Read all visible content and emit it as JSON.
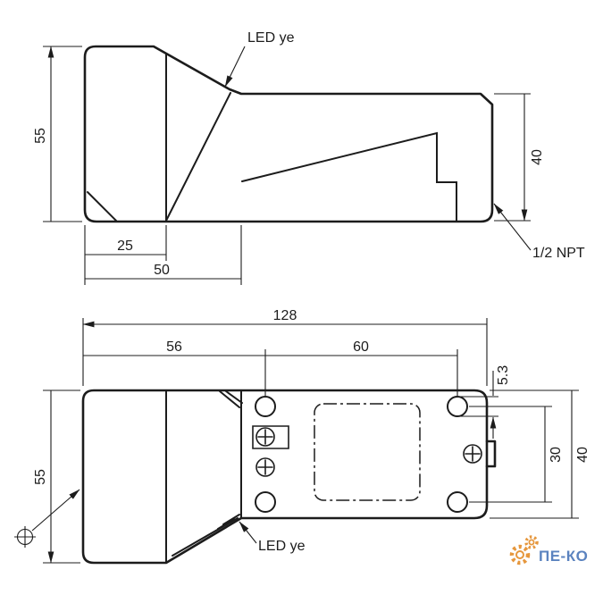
{
  "page": {
    "background": "#ffffff",
    "line_color": "#1c1c1c"
  },
  "side_view": {
    "dim_head_height": "55",
    "dim_head_depth": "25",
    "dim_head_total_depth": "50",
    "dim_body_height": "40",
    "label_led": "LED ye",
    "label_conduit": "1/2 NPT"
  },
  "top_view": {
    "dim_total_length": "128",
    "dim_head_length": "56",
    "dim_hole_spacing_x": "60",
    "dim_hole_diameter": "5.3",
    "dim_hole_spacing_y": "30",
    "dim_body_width": "40",
    "dim_head_width": "55",
    "label_led": "LED ye"
  },
  "watermark": {
    "text": "ПЕ-КО",
    "text_color": "#3f6eb5",
    "gear_color": "#e2861c"
  }
}
